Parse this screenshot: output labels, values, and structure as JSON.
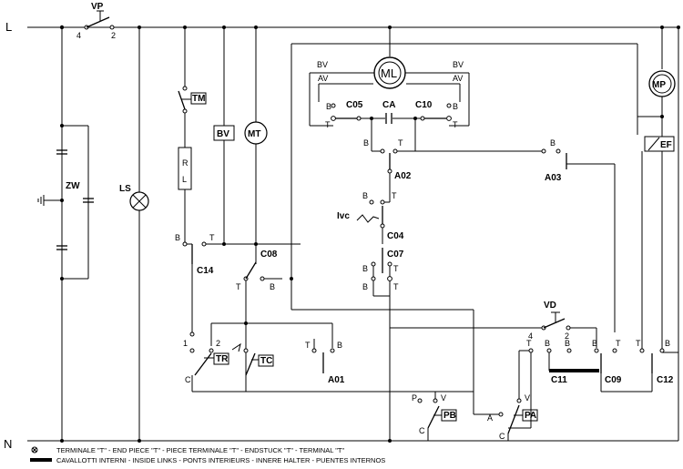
{
  "rails": {
    "line": "L",
    "neutral": "N"
  },
  "components": {
    "vp": "VP",
    "zw": "ZW",
    "ls": "LS",
    "tm": "TM",
    "rl_r": "R",
    "rl_l": "L",
    "bv": "BV",
    "mt": "MT",
    "ml": "ML",
    "mp": "MP",
    "ef": "EF",
    "ca": "CA",
    "c05": "C05",
    "c10": "C10",
    "a02": "A02",
    "a03": "A03",
    "ivc": "Ivc",
    "c04": "C04",
    "c07": "C07",
    "c14": "C14",
    "c08": "C08",
    "tr": "TR",
    "tc": "TC",
    "a01": "A01",
    "vd": "VD",
    "c11": "C11",
    "c09": "C09",
    "c12": "C12",
    "pb": "PB",
    "pa": "PA"
  },
  "terminals": {
    "t": "T",
    "b": "B",
    "c": "C",
    "p": "P",
    "v": "V",
    "a": "A",
    "n1": "1",
    "n2": "2",
    "n4": "4",
    "bv_small": "BV",
    "av_small": "AV"
  },
  "legend": {
    "terminal_symbol": "\"⊗\"",
    "terminal_text": "TERMINALE \"T\" - END PIECE \"T\" - PIECE TERMINALE \"T\" - ENDSTUCK \"T\" - TERMINAL \"T\"",
    "links_text": "CAVALLOTTI INTERNI - INSIDE LINKS - PONTS INTERIEURS - INNERE HALTER - PUENTES INTERNOS"
  }
}
